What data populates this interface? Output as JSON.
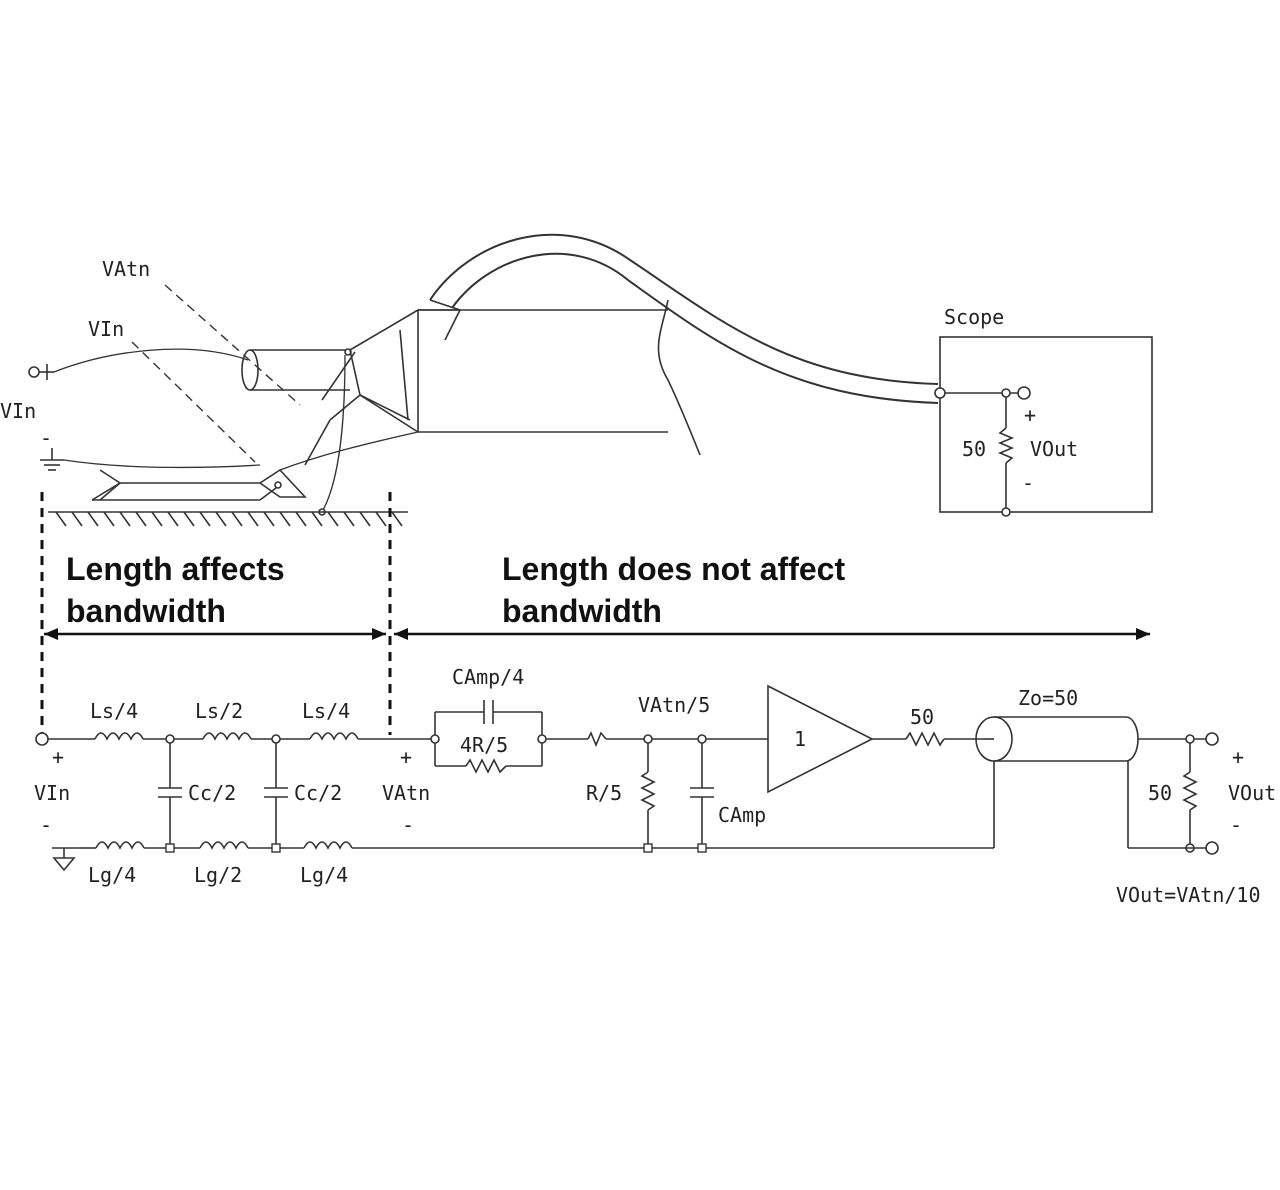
{
  "probe": {
    "vatn_label": "VAtn",
    "vin_label": "VIn",
    "vin_side_label": "VIn",
    "plus": "+",
    "minus": "-"
  },
  "scope": {
    "title": "Scope",
    "resistor": "50",
    "output": "VOut",
    "plus": "+",
    "minus": "-"
  },
  "regions": {
    "affects_line1": "Length affects",
    "affects_line2": "bandwidth",
    "not_affect_line1": "Length does not affect",
    "not_affect_line2": "bandwidth"
  },
  "circuit": {
    "ls4_left": "Ls/4",
    "ls2": "Ls/2",
    "ls4_right": "Ls/4",
    "cc2_left": "Cc/2",
    "cc2_right": "Cc/2",
    "lg4_left": "Lg/4",
    "lg2": "Lg/2",
    "lg4_right": "Lg/4",
    "vin": "VIn",
    "vin_plus": "+",
    "vin_minus": "-",
    "vatn": "VAtn",
    "vatn_plus": "+",
    "vatn_minus": "-",
    "camp4": "CAmp/4",
    "r4r5": "4R/5",
    "vatn5": "VAtn/5",
    "r5": "R/5",
    "camp": "CAmp",
    "gain": "1",
    "series50": "50",
    "zo": "Zo=50",
    "load50": "50",
    "vout": "VOut",
    "vout_plus": "+",
    "vout_minus": "-",
    "equation": "VOut=VAtn/10"
  }
}
